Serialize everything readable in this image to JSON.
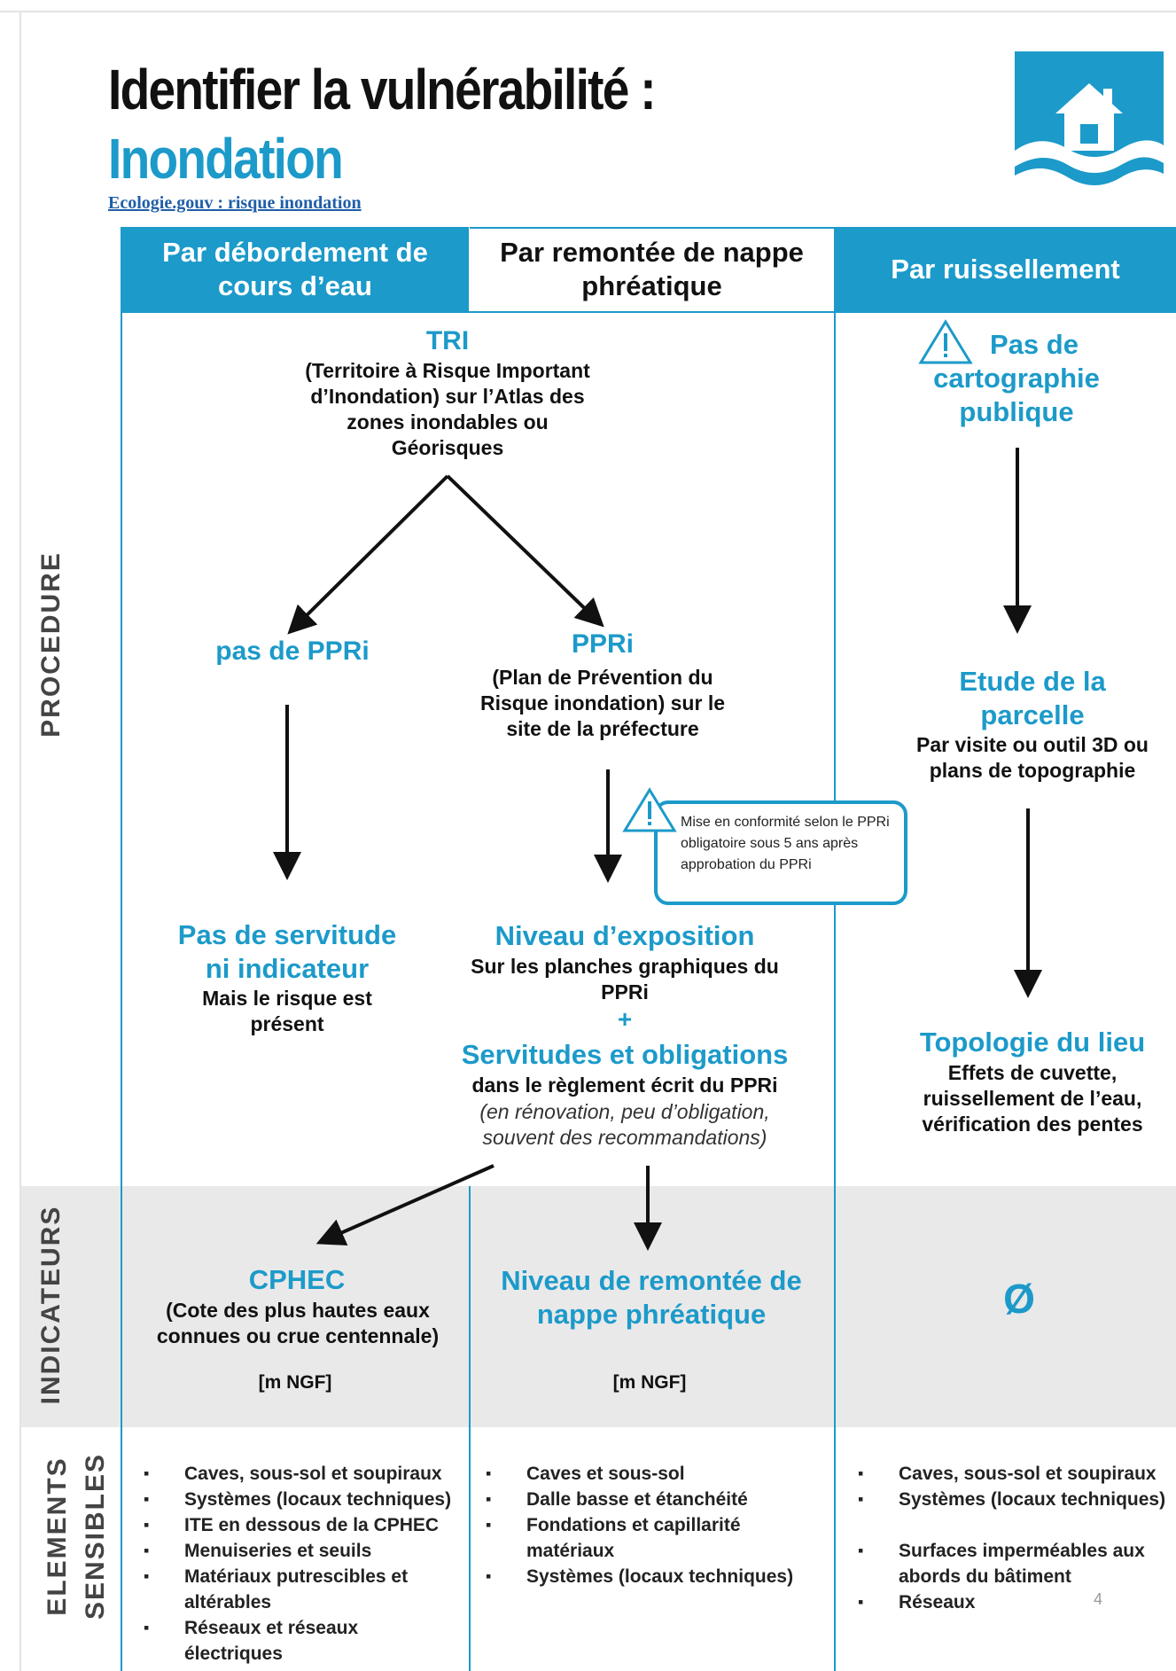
{
  "title": {
    "line1": "Identifier la vulnérabilité :",
    "line2": "Inondation",
    "link": "Ecologie.gouv : risque inondation"
  },
  "colors": {
    "accent": "#1c9ac9",
    "band_gray": "#e9e9e9",
    "text": "#111111"
  },
  "logo_icon": "house-flood-icon",
  "sections": {
    "procedure": "PROCEDURE",
    "indicateurs": "INDICATEURS",
    "elements_line1": "ELEMENTS",
    "elements_line2": "SENSIBLES"
  },
  "columns": {
    "col1": "Par débordement de cours d’eau",
    "col2": "Par remontée de nappe phréatique",
    "col3": "Par ruissellement"
  },
  "procedure": {
    "tri": {
      "title": "TRI",
      "text": "(Territoire à Risque Important d’Inondation) sur l’Atlas  des zones inondables ou Géorisques"
    },
    "pas_ppri": "pas de PPRi",
    "ppri": {
      "title": "PPRi",
      "text": "(Plan de Prévention du Risque inondation) sur le site de la préfecture"
    },
    "callout": "Mise en conformité selon le PPRi obligatoire sous 5 ans après approbation du PPRi",
    "pas_servitude": {
      "title": "Pas de servitude ni indicateur",
      "text": "Mais le risque est présent"
    },
    "niveau_exposition": {
      "title": "Niveau d’exposition",
      "text": "Sur les planches graphiques du PPRi",
      "plus": "+",
      "title2": "Servitudes et obligations",
      "text2": "dans le règlement écrit du PPRi",
      "note": "(en rénovation,  peu d’obligation, souvent des recommandations)"
    },
    "pas_carto": "Pas de cartographie publique",
    "etude": {
      "title": "Etude de la parcelle",
      "text": "Par visite ou outil 3D ou plans de topographie"
    },
    "topologie": {
      "title": "Topologie du lieu",
      "text": "Effets de cuvette, ruissellement de l’eau, vérification des pentes"
    }
  },
  "indicateurs": {
    "cphec": {
      "title": "CPHEC",
      "text": "(Cote des plus hautes eaux connues ou crue centennale)",
      "unit": "[m NGF]"
    },
    "nappe": {
      "title": "Niveau de remontée de nappe phréatique",
      "unit": "[m NGF]"
    },
    "none": "Ø"
  },
  "elements": {
    "col1": [
      "Caves, sous-sol et soupiraux",
      "Systèmes (locaux techniques)",
      "ITE en dessous de la CPHEC",
      "Menuiseries et seuils",
      "Matériaux putrescibles et altérables",
      "Réseaux et réseaux électriques"
    ],
    "col2": [
      "Caves et sous-sol",
      "Dalle basse et étanchéité",
      "Fondations et capillarité matériaux",
      "Systèmes (locaux techniques)"
    ],
    "col3": [
      "Caves, sous-sol et soupiraux",
      "Systèmes (locaux techniques)",
      "Surfaces imperméables aux abords du bâtiment",
      "Réseaux"
    ]
  },
  "page_number": "4"
}
